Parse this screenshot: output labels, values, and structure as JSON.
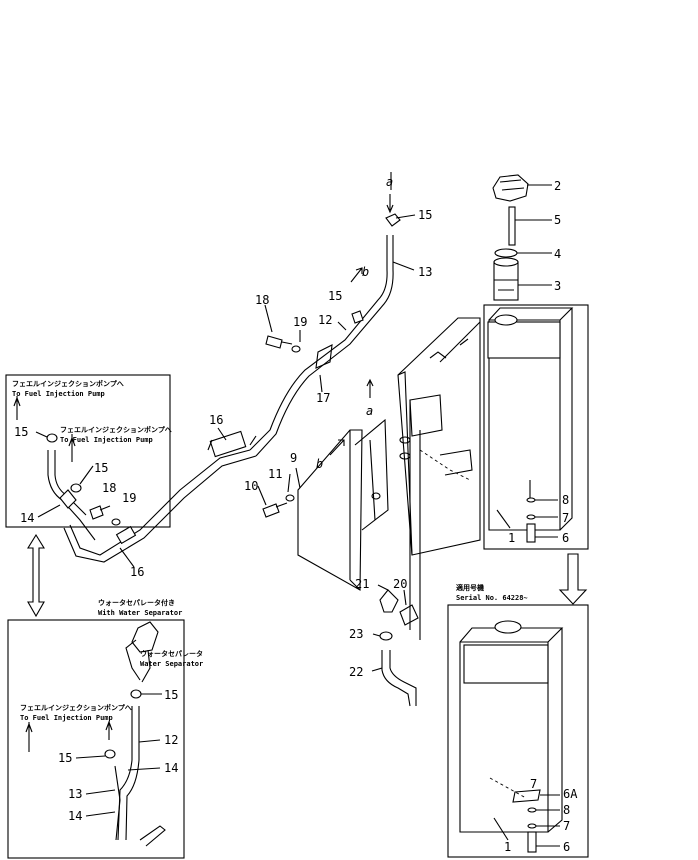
{
  "figure": {
    "callouts": {
      "c1": "1",
      "c2": "2",
      "c3": "3",
      "c4": "4",
      "c5": "5",
      "c6": "6",
      "c6a": "6A",
      "c7": "7",
      "c8": "8",
      "c9": "9",
      "c10": "10",
      "c11": "11",
      "c12": "12",
      "c13": "13",
      "c14": "14",
      "c15": "15",
      "c16": "16",
      "c17": "17",
      "c18": "18",
      "c19": "19",
      "c20": "20",
      "c21": "21",
      "c22": "22",
      "c23": "23"
    },
    "refs": {
      "a": "a",
      "b": "b"
    },
    "notes": {
      "inset_jp_pump": "フェエルインジェクションポンプへ",
      "inset_en_pump": "To Fuel Injection Pump",
      "sep_jp_title": "ウォータセパレータ付き",
      "sep_en_title": "With Water Separator",
      "sep_jp_label": "ウォータセパレータ",
      "sep_en_label": "Water Separator",
      "serial_jp": "適用号機",
      "serial_en": "Serial No. 64228~"
    }
  }
}
